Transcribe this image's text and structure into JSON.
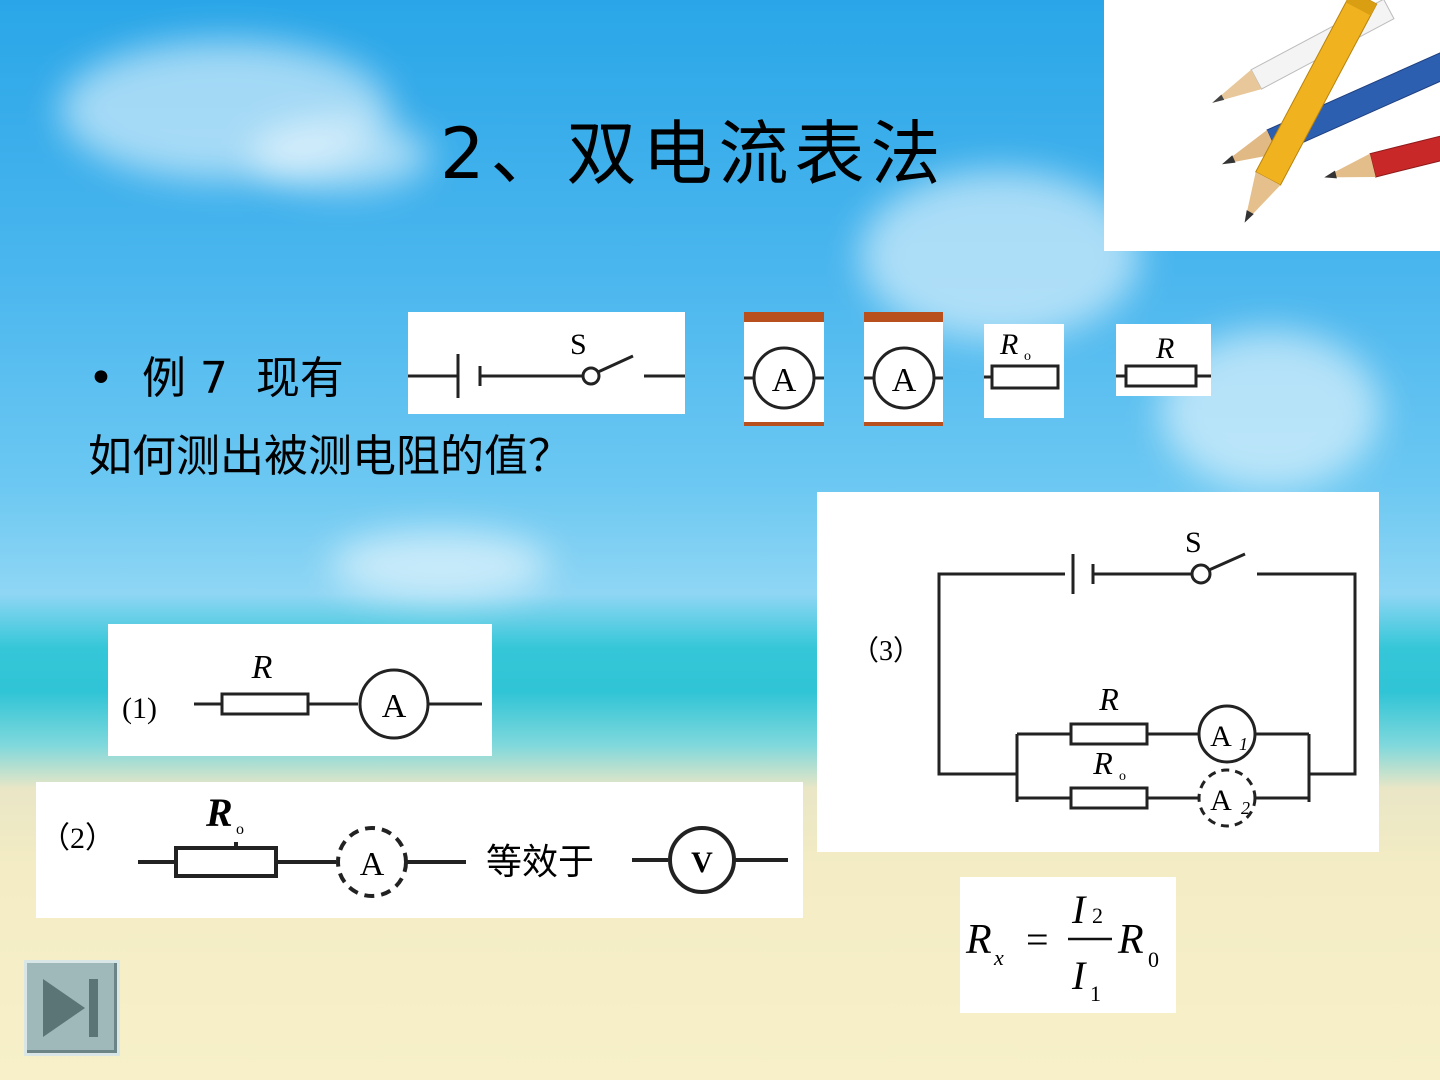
{
  "slide": {
    "title": "2、双电流表法",
    "bullet": "•",
    "example_text": "例 7  现有",
    "question": "如何测出被测电阻的值？"
  },
  "components": {
    "switch_label": "S",
    "ammeter_label": "A",
    "r0_label": "R",
    "r0_sub": "o",
    "r_label": "R"
  },
  "circuits": {
    "c1_label": "(1)",
    "c2_label": "（2）",
    "c2_equiv": "等效于",
    "voltmeter_label": "V",
    "c3_label": "（3）",
    "a1_sub": "1",
    "a2_sub": "2"
  },
  "formula": {
    "lhs": "R",
    "lhs_sub": "x",
    "eq": "=",
    "num": "I",
    "num_sub": "2",
    "den": "I",
    "den_sub": "1",
    "rhs": "R",
    "rhs_sub": "0"
  }
}
